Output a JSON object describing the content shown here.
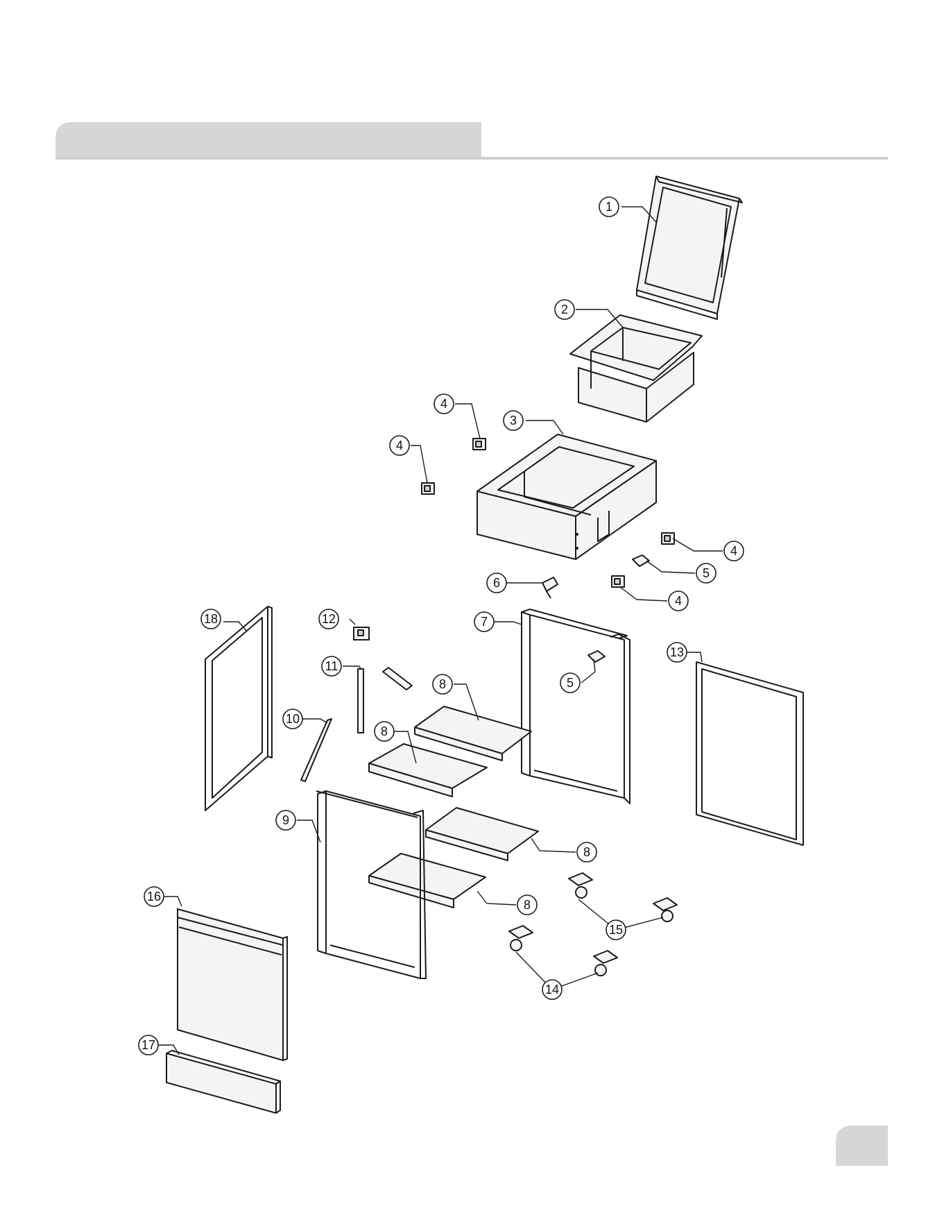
{
  "colors": {
    "header_tab": "#d6d6d6",
    "header_rule": "#cfcfcf",
    "page_tab": "#d6d6d6",
    "line": "#1b1b1b"
  },
  "callouts": [
    {
      "id": "c1",
      "label": "1"
    },
    {
      "id": "c2",
      "label": "2"
    },
    {
      "id": "c3",
      "label": "3"
    },
    {
      "id": "c4a",
      "label": "4"
    },
    {
      "id": "c4b",
      "label": "4"
    },
    {
      "id": "c4c",
      "label": "4"
    },
    {
      "id": "c4d",
      "label": "4"
    },
    {
      "id": "c5a",
      "label": "5"
    },
    {
      "id": "c5b",
      "label": "5"
    },
    {
      "id": "c6",
      "label": "6"
    },
    {
      "id": "c7",
      "label": "7"
    },
    {
      "id": "c8a",
      "label": "8"
    },
    {
      "id": "c8b",
      "label": "8"
    },
    {
      "id": "c8c",
      "label": "8"
    },
    {
      "id": "c8d",
      "label": "8"
    },
    {
      "id": "c9",
      "label": "9"
    },
    {
      "id": "c10",
      "label": "10"
    },
    {
      "id": "c11",
      "label": "11"
    },
    {
      "id": "c12",
      "label": "12"
    },
    {
      "id": "c13",
      "label": "13"
    },
    {
      "id": "c14",
      "label": "14"
    },
    {
      "id": "c15",
      "label": "15"
    },
    {
      "id": "c16",
      "label": "16"
    },
    {
      "id": "c17",
      "label": "17"
    },
    {
      "id": "c18",
      "label": "18"
    }
  ]
}
